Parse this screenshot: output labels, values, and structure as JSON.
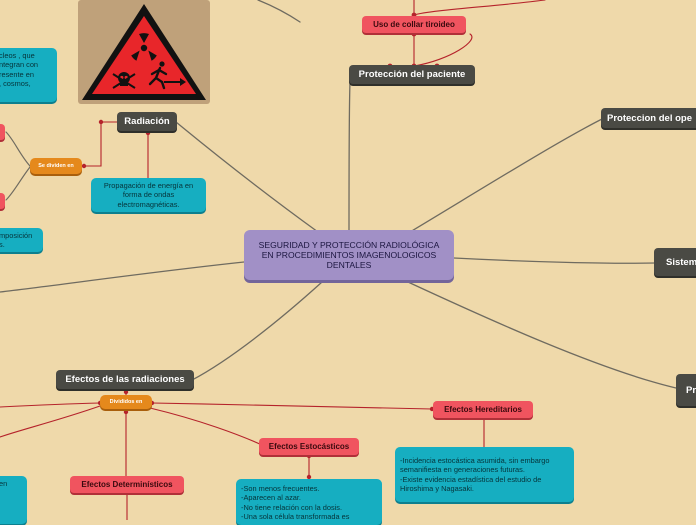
{
  "central": {
    "title": "SEGURIDAD Y PROTECCIÓN RADIOLÓGICA EN PROCEDIMIENTOS IMAGENOLOGICOS DENTALES"
  },
  "nodes": {
    "proteccion_paciente": "Protección del paciente",
    "collar": "Uso de collar tiroideo",
    "proteccion_operador": "Proteccion del ope",
    "sistemas": "Sistem",
    "pr": "Pr",
    "radiacion": "Radiación",
    "radiacion_def": "Propagación de energía en forma de ondas electromagnéticas.",
    "se_dividen": "Se dividen en",
    "efectos_radiaciones": "Efectos de las radiaciones",
    "divididos": "Divididos en",
    "hereditarios": "Efectos Hereditarios",
    "hereditarios_desc": "-Incidencia estocástica asumida, sin embargo semanifiesta en generaciones futuras.\n-Existe evidencia estadística del estudio de Hiroshima y Nagasaki.",
    "estocasticos": "Efectos Estocásticos",
    "estocasticos_desc": "-Son menos frecuentes.\n-Aparecen al azar.\n-No tiene relación con la dosis.\n-Una sola célula transformada es",
    "deterministicos": "Efectos Determinísticos",
    "left_top_text": "cleos , que\nntegran con\nresente en\n, cosmos,",
    "left_mid_text": "mposición\ns.",
    "left_bottom_text": "en"
  },
  "image": {
    "icon": "radiation-hazard-sign"
  },
  "colors": {
    "background": "#efd9aa",
    "central": "#a190c6",
    "dark_node": "#4a4a44",
    "red_node": "#f0545f",
    "orange_node": "#e5891c",
    "teal_node": "#16aec1",
    "link_gray": "#6f6b60",
    "link_red": "#b5232b"
  }
}
